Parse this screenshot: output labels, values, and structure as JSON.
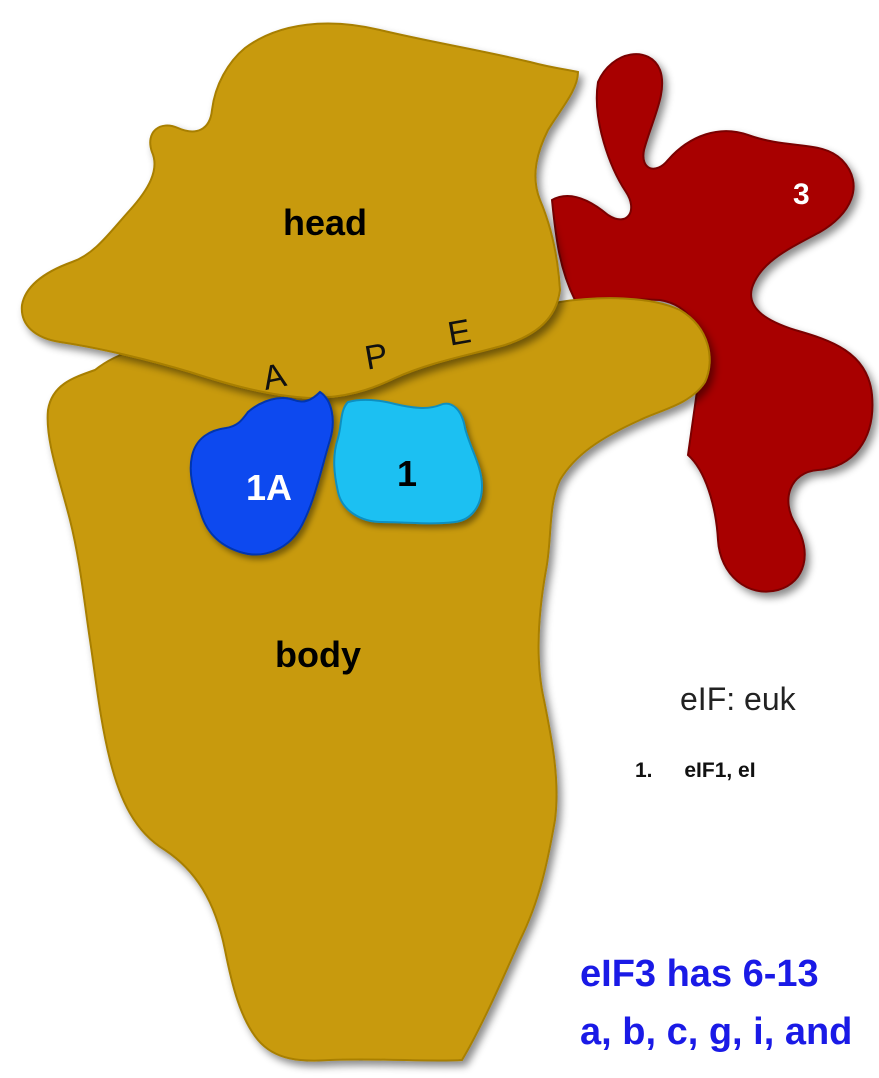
{
  "labels": {
    "head": "head",
    "body": "body",
    "factor_1a": "1A",
    "factor_1": "1",
    "factor_3": "3"
  },
  "sites": {
    "a": "A",
    "p": "P",
    "e": "E"
  },
  "text": {
    "eif_definition": "eIF: euk",
    "numbered_item_number": "1.",
    "numbered_item_text": "eIF1, eI",
    "eif3_line1": "eIF3 has 6-13",
    "eif3_line2": "a, b, c, g, i, and"
  },
  "colors": {
    "subunit": "#C89A0C",
    "eif1a": "#0A4AEF",
    "eif1": "#1EC0F2",
    "eif3": "#A80505",
    "blue_text": "#1A1AE6"
  }
}
